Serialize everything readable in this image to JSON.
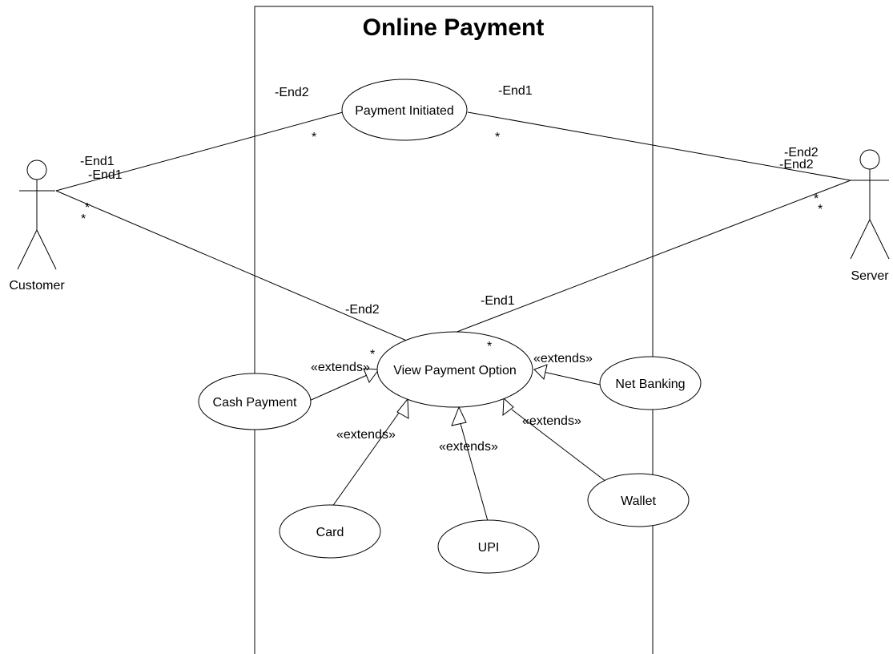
{
  "diagram": {
    "system_title": "Online Payment",
    "actors": {
      "customer": "Customer",
      "server": "Server"
    },
    "use_cases": {
      "payment_initiated": "Payment Initiated",
      "view_payment_option": "View Payment Option",
      "cash_payment": "Cash Payment",
      "net_banking": "Net Banking",
      "card": "Card",
      "upi": "UPI",
      "wallet": "Wallet"
    },
    "association_labels": {
      "customer_pi_role_actor": "-End1",
      "customer_pi_role_usecase": "-End2",
      "customer_pi_mult_actor": "*",
      "customer_pi_mult_usecase": "*",
      "customer_vpo_role_actor": "-End1",
      "customer_vpo_role_usecase": "-End2",
      "customer_vpo_mult_actor": "*",
      "customer_vpo_mult_usecase": "*",
      "server_pi_role_usecase": "-End1",
      "server_pi_role_actor": "-End2",
      "server_pi_mult_usecase": "*",
      "server_pi_mult_actor": "*",
      "server_vpo_role_usecase": "-End1",
      "server_vpo_role_actor": "-End2",
      "server_vpo_mult_usecase": "*",
      "server_vpo_mult_actor": "*"
    },
    "extends_labels": {
      "cash": "«extends»",
      "net_banking": "«extends»",
      "card": "«extends»",
      "upi": "«extends»",
      "wallet": "«extends»"
    }
  }
}
